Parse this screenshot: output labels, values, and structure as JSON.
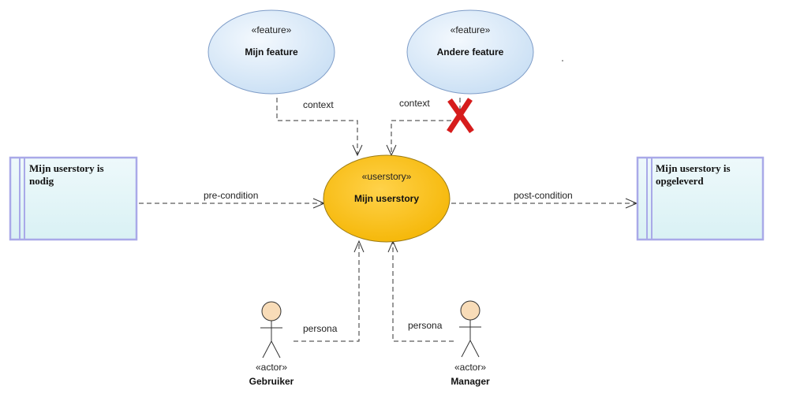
{
  "features": [
    {
      "stereotype": "«feature»",
      "name": "Mijn feature"
    },
    {
      "stereotype": "«feature»",
      "name": "Andere feature"
    }
  ],
  "userstory": {
    "stereotype": "«userstory»",
    "name": "Mijn userstory"
  },
  "states": [
    {
      "line1": "Mijn userstory is",
      "line2": "nodig"
    },
    {
      "line1": "Mijn userstory is",
      "line2": "opgeleverd"
    }
  ],
  "actors": [
    {
      "stereotype": "«actor»",
      "name": "Gebruiker"
    },
    {
      "stereotype": "«actor»",
      "name": "Manager"
    }
  ],
  "connectors": {
    "context_left": "context",
    "context_right": "context",
    "pre_condition": "pre-condition",
    "post_condition": "post-condition",
    "persona_left": "persona",
    "persona_right": "persona"
  },
  "colors": {
    "feature_fill": "#dcebf9",
    "feature_stroke": "#7f9dc8",
    "userstory_fill": "#ffc61a",
    "userstory_stroke": "#9c7b14",
    "state_fill": "#e4f7f9",
    "state_stroke": "#a9a9e8",
    "actor_head": "#f8dcb8",
    "reject_mark": "#d61c1c"
  }
}
